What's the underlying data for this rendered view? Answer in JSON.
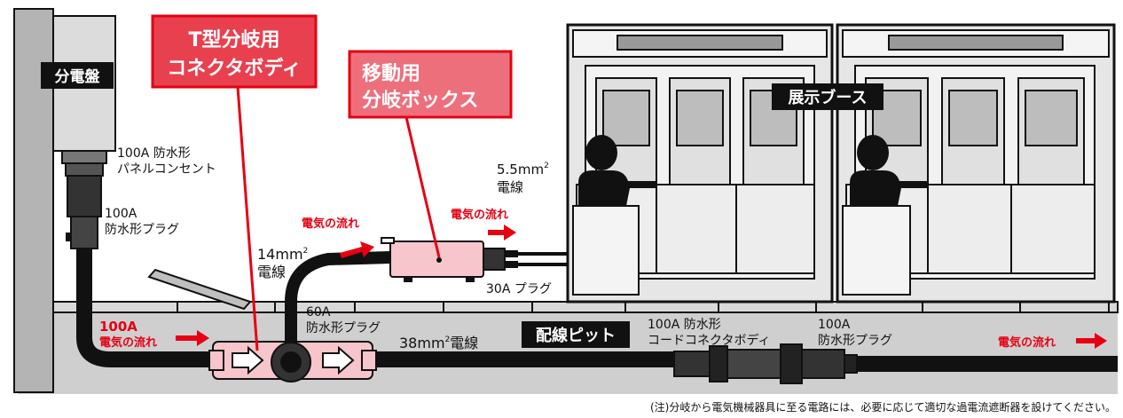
{
  "labels": {
    "panel_board": "分電盤",
    "t_branch_line1": "T型分岐用",
    "t_branch_line2": "コネクタボディ",
    "mobile_box_line1": "移動用",
    "mobile_box_line2": "分岐ボックス",
    "exhibit_booth": "展示ブース",
    "wiring_pit": "配線ピット",
    "outlet_line1": "100A 防水形",
    "outlet_line2": "パネルコンセント",
    "plug100_line1": "100A",
    "plug100_line2": "防水形プラグ",
    "wire14_line1": "14mm",
    "wire14_sup": "2",
    "wire14_line2": "電線",
    "wire55_line1": "5.5mm",
    "wire55_sup": "2",
    "wire55_line2": "電線",
    "plug30": "30A プラグ",
    "plug60_line1": "60A",
    "plug60_line2": "防水形プラグ",
    "wire38_prefix": "38mm",
    "wire38_sup": "2",
    "wire38_suffix": "電線",
    "cord_connector_line1": "100A 防水形",
    "cord_connector_line2": "コードコネクタボディ",
    "plug100b_line1": "100A",
    "plug100b_line2": "防水形プラグ",
    "current_100a": "100A",
    "flow": "電気の流れ",
    "footnote": "(注)分岐から電気機械器具に至る電路には、必要に応じて適切な過電流遮断器を設けてください。"
  },
  "colors": {
    "accent_red": "#e60012",
    "callout_fill": "#e8404f",
    "callout_fill2": "#ee6f7c",
    "pink_device": "#f6c6cc",
    "black": "#111111",
    "gray_wall": "#b4b4b4",
    "floor_gray": "#cfcfcf"
  }
}
